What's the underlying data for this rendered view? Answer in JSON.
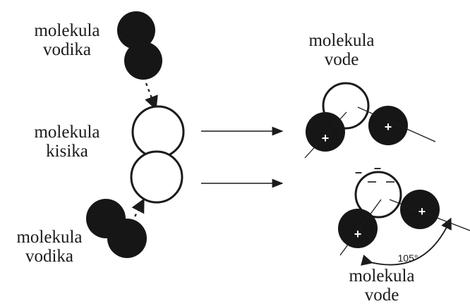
{
  "labels": {
    "hydrogen_top": [
      "molekula",
      "vodika"
    ],
    "oxygen": [
      "molekula",
      "kisika"
    ],
    "hydrogen_bottom": [
      "molekula",
      "vodika"
    ],
    "water_top": [
      "molekula",
      "vode"
    ],
    "water_bottom": [
      "molekula",
      "vode"
    ]
  },
  "charges": {
    "positive": "+",
    "negative": "–"
  },
  "angle": "105°",
  "colors": {
    "ink": "#1b1b1b",
    "atom_fill": "#161616",
    "background": "#ffffff"
  }
}
